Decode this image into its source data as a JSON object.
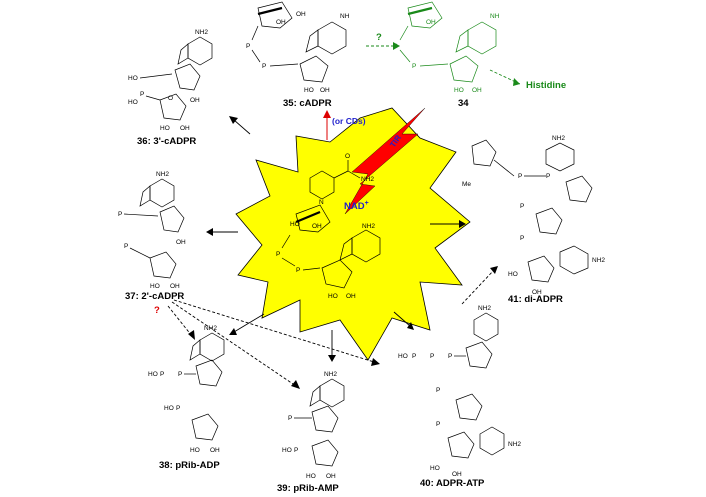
{
  "compounds": {
    "nad": "NAD",
    "nad_sup": "+",
    "c35": "35: cADPR",
    "c34": "34",
    "c36": "36: 3'-cADPR",
    "c37": "37: 2'-cADPR",
    "c38": "38: pRib-ADP",
    "c39": "39: pRib-AMP",
    "c40": "40: ADPR-ATP",
    "c41": "41: di-ADPR"
  },
  "annotations": {
    "or_cds": "(or CDs)",
    "question_green": "?",
    "question_red": "?",
    "histidine": "Histidine",
    "bolt_text": "TIR"
  },
  "atoms": {
    "nh2": "NH2",
    "nh": "NH",
    "oh": "OH",
    "ho": "HO",
    "o": "O",
    "p": "P",
    "n": "N",
    "me": "Me"
  },
  "colors": {
    "starburst": "#ffff00",
    "bolt": "#ff0000",
    "green": "#1a8a1a",
    "blue": "#1f1fcc",
    "red_arrow": "#dd0000"
  }
}
